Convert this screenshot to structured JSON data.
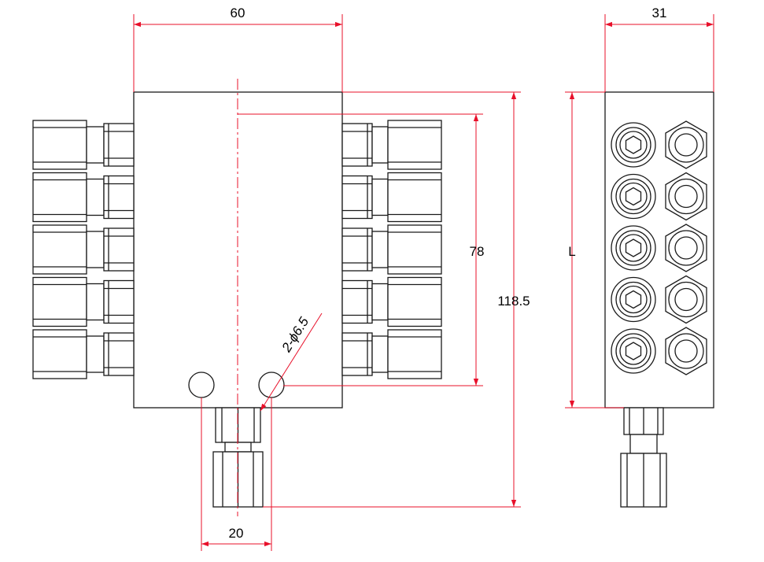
{
  "dimensions": {
    "width_front": "60",
    "width_side": "31",
    "spacing_inner": "78",
    "overall_height": "118.5",
    "length_side": "L",
    "hole_spacing": "20",
    "hole_callout": "2-ϕ6.5"
  },
  "colors": {
    "outline": "#1a1a1a",
    "dimension": "#e8102a",
    "fill": "#ffffff"
  },
  "outlet_count": 5
}
